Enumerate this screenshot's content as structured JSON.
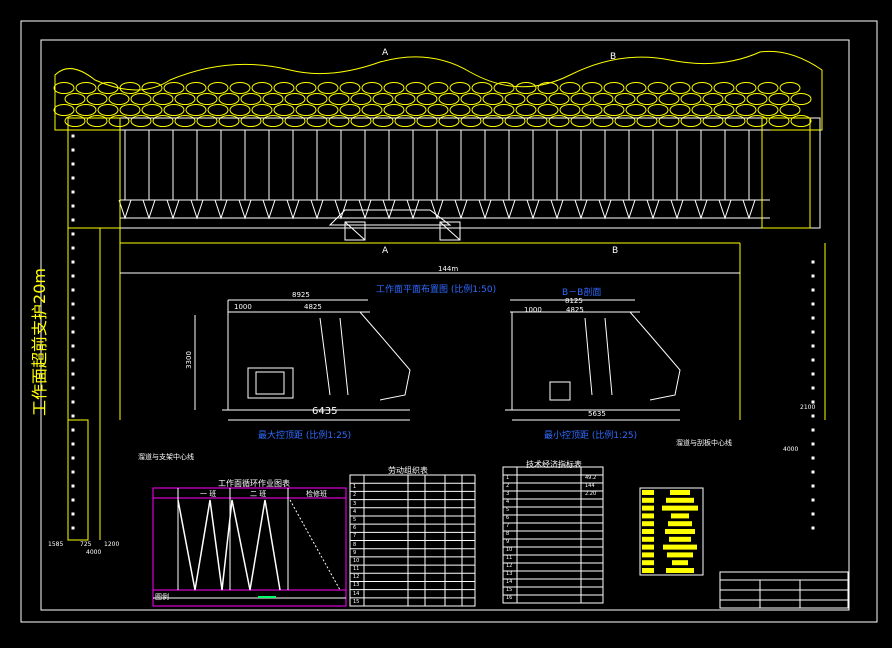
{
  "drawing": {
    "side_label": "工作面超前支护20m",
    "section_mark_a": "A",
    "section_mark_b": "B",
    "section_a_bottom": "A",
    "section_b_bottom": "B",
    "total_length": "144m",
    "plan_title": "工作面平面布置图 (比例1:50)",
    "section_bb_title": "B－B剖面",
    "left_support": {
      "dim_top": "8925",
      "dim_mid": "4825",
      "dim_left": "1000",
      "dim_height": "3300",
      "dim_bottom": "6435",
      "title": "最大控顶距 (比例1:25)"
    },
    "right_support": {
      "dim_top": "8125",
      "dim_mid": "4825",
      "dim_left": "1000",
      "dim_bottom": "5635",
      "title": "最小控顶距 (比例1:25)"
    },
    "left_note": "溜道与支架中心线",
    "right_note": "溜道与刮板中心线",
    "right_dim_small": "2100",
    "right_dim_bottom": "4000",
    "left_dims": [
      "1585",
      "725",
      "1200"
    ],
    "left_dim_bottom": "4000",
    "cycle_chart": {
      "title": "工作面循环作业图表",
      "headers": [
        "一 班",
        "二 班",
        "检修班"
      ],
      "legend_label": "图例"
    },
    "mid_table": {
      "title": "劳动组织表",
      "row_numbers": [
        "1",
        "2",
        "3",
        "4",
        "5",
        "6",
        "7",
        "8",
        "9",
        "10",
        "11",
        "12",
        "13",
        "14",
        "15"
      ]
    },
    "right_table": {
      "title": "技术经济指标表",
      "row_numbers": [
        "1",
        "2",
        "3",
        "4",
        "5",
        "6",
        "7",
        "8",
        "9",
        "10",
        "11",
        "12",
        "13",
        "14",
        "15",
        "16"
      ],
      "values": [
        "49.2",
        "144",
        "2.20",
        "",
        "",
        "",
        "",
        "",
        "",
        "",
        "",
        "",
        "",
        "",
        "",
        ""
      ]
    }
  },
  "colors": {
    "yellow": "#ffff00",
    "white": "#ffffff",
    "blue": "#2f6bff",
    "magenta": "#ff00ff",
    "green": "#00ff66"
  }
}
